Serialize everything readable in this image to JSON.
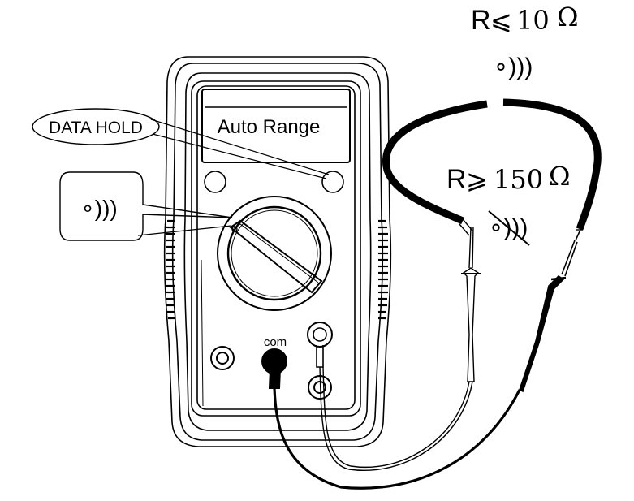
{
  "labels": {
    "data_hold": "DATA HOLD",
    "auto_range": "Auto Range",
    "com_jack": "com",
    "continuity_symbol": "∘)))",
    "low_resistance_prefix": "R",
    "low_resistance_symbol": "⩽",
    "low_resistance_value": "10",
    "low_resistance_unit": "Ω",
    "high_resistance_prefix": "R",
    "high_resistance_symbol": "⩾",
    "high_resistance_value": "150",
    "high_resistance_unit": "Ω"
  },
  "icons": {
    "buzzer_on": "buzzer-on-icon",
    "buzzer_off": "buzzer-off-icon"
  },
  "colors": {
    "line": "#000000",
    "background": "#ffffff"
  }
}
